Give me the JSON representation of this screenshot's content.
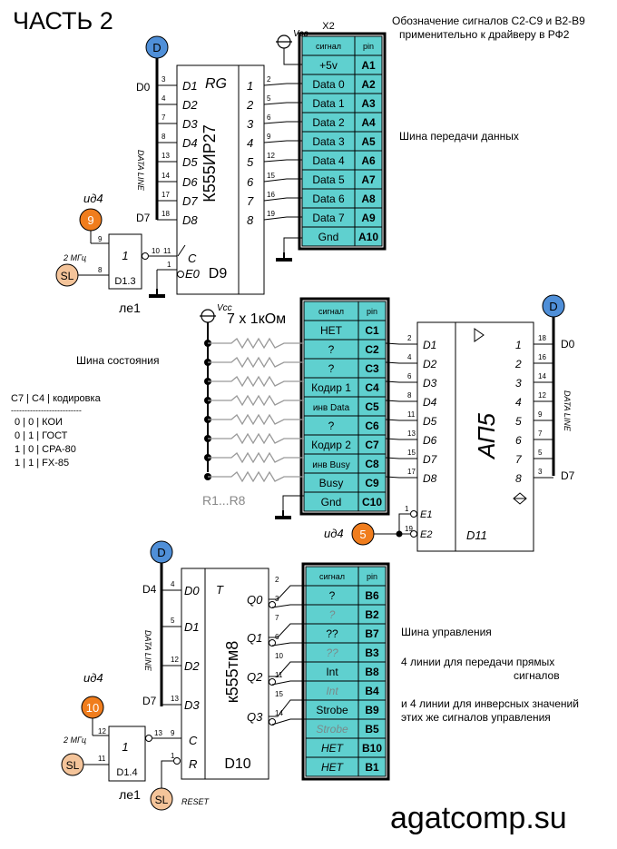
{
  "title": "ЧАСТЬ 2",
  "note_header": "Обозначение сигналов C2-C9 и B2-B9 применительно к драйверу в РФ2",
  "note_header_lines": [
    "Обозначение сигналов C2-C9 и B2-B9",
    "применительно к драйверу в РФ2"
  ],
  "footer": "agatcomp.su",
  "connector_label": "X2",
  "vcc_label": "Vcc",
  "data_line_label": "DATA LINE",
  "freq_label": "2 МГц",
  "id4_label": "ид4",
  "le1_label": "ле1",
  "reset_label": "RESET",
  "sl_label": "SL",
  "d_badge": "D",
  "sections": {
    "data_bus": "Шина передачи данных",
    "status_bus": "Шина состояния",
    "control_bus": "Шина управления",
    "control_note1": [
      "4 линии для передачи прямых",
      "сигналов"
    ],
    "control_note2": [
      "и 4 линии для инверсных значений",
      "этих же сигналов управления"
    ]
  },
  "encoding_table": {
    "header": "C7 | C4 | кодировка",
    "separator": "--------------------------",
    "rows": [
      "0  |  0  |  КОИ",
      "0  |  1  |  ГОСТ",
      "1  |  0  |  CPA-80",
      "1  |  1  |  FX-85"
    ]
  },
  "top_block": {
    "chip": "К555ИР27",
    "designator": "D9",
    "rg": "RG",
    "inputs": [
      "D1",
      "D2",
      "D3",
      "D4",
      "D5",
      "D6",
      "D7",
      "D8"
    ],
    "input_pins": [
      "3",
      "4",
      "7",
      "8",
      "13",
      "14",
      "17",
      "18"
    ],
    "output_pins": [
      "2",
      "5",
      "6",
      "9",
      "12",
      "15",
      "16",
      "19"
    ],
    "outputs": [
      "1",
      "2",
      "3",
      "4",
      "5",
      "6",
      "7",
      "8"
    ],
    "c_label": "C",
    "e0_label": "E0",
    "clk_pin": "11",
    "e0_pin": "1",
    "d0": "D0",
    "d7": "D7",
    "gate": {
      "label": "1",
      "designator": "D1.3",
      "pins": [
        "9",
        "8",
        "10"
      ]
    },
    "badge": "9"
  },
  "table_a": {
    "header": [
      "сигнал",
      "pin"
    ],
    "rows": [
      [
        "+5v",
        "A1"
      ],
      [
        "Data 0",
        "A2"
      ],
      [
        "Data 1",
        "A3"
      ],
      [
        "Data 2",
        "A4"
      ],
      [
        "Data 3",
        "A5"
      ],
      [
        "Data 4",
        "A6"
      ],
      [
        "Data 5",
        "A7"
      ],
      [
        "Data 6",
        "A8"
      ],
      [
        "Data 7",
        "A9"
      ],
      [
        "Gnd",
        "A10"
      ]
    ]
  },
  "table_c": {
    "header": [
      "сигнал",
      "pin"
    ],
    "rows": [
      [
        "НЕТ",
        "C1"
      ],
      [
        "?",
        "C2"
      ],
      [
        "?",
        "C3"
      ],
      [
        "Кодир 1",
        "C4"
      ],
      [
        "инв Data",
        "C5"
      ],
      [
        "?",
        "C6"
      ],
      [
        "Кодир 2",
        "C7"
      ],
      [
        "инв Busy",
        "C8"
      ],
      [
        "Busy",
        "C9"
      ],
      [
        "Gnd",
        "C10"
      ]
    ]
  },
  "resistors": {
    "label": "7 х 1кОм",
    "designator": "R1...R8"
  },
  "mid_block": {
    "chip": "АП5",
    "designator": "D11",
    "inputs": [
      "D1",
      "D2",
      "D3",
      "D4",
      "D5",
      "D6",
      "D7",
      "D8"
    ],
    "input_pins": [
      "2",
      "4",
      "6",
      "8",
      "11",
      "13",
      "15",
      "17"
    ],
    "outputs": [
      "1",
      "2",
      "3",
      "4",
      "5",
      "6",
      "7",
      "8"
    ],
    "output_pins": [
      "18",
      "16",
      "14",
      "12",
      "9",
      "7",
      "5",
      "3"
    ],
    "e1": "E1",
    "e2": "E2",
    "e_pins": [
      "1",
      "19"
    ],
    "d0": "D0",
    "d7": "D7",
    "badge": "5"
  },
  "table_b": {
    "header": [
      "сигнал",
      "pin"
    ],
    "rows": [
      [
        "?",
        "B6"
      ],
      [
        "?",
        "B2"
      ],
      [
        "??",
        "B7"
      ],
      [
        "??",
        "B3"
      ],
      [
        "Int",
        "B8"
      ],
      [
        "Int",
        "B4"
      ],
      [
        "Strobe",
        "B9"
      ],
      [
        "Strobe",
        "B5"
      ],
      [
        "НЕТ",
        "B10"
      ],
      [
        "НЕТ",
        "B1"
      ]
    ]
  },
  "bottom_block": {
    "chip": "к555тм8",
    "designator": "D10",
    "t": "T",
    "inputs": [
      "D0",
      "D1",
      "D2",
      "D3"
    ],
    "input_pins": [
      "4",
      "5",
      "12",
      "13"
    ],
    "outputs": [
      "Q0",
      "Q1",
      "Q2",
      "Q3"
    ],
    "out_pins": [
      "2",
      "3",
      "7",
      "6",
      "10",
      "11",
      "15",
      "14"
    ],
    "c_label": "C",
    "r_label": "R",
    "c_pin": "9",
    "r_pin": "1",
    "d4": "D4",
    "d7": "D7",
    "gate": {
      "label": "1",
      "designator": "D1.4",
      "pins": [
        "12",
        "11",
        "13"
      ]
    },
    "badge": "10"
  },
  "colors": {
    "table_fill": "#5fd0cf",
    "badge_blue": "#4f8fd8",
    "badge_orange": "#f07d1d",
    "sl_fill": "#f4c49a",
    "resistor_gray": "#999999"
  }
}
